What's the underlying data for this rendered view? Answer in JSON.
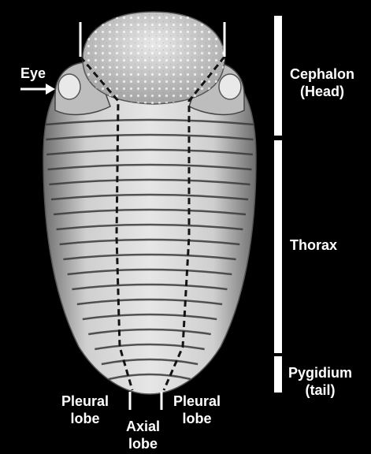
{
  "labels": {
    "eye": "Eye",
    "cephalon": [
      "Cephalon",
      "(Head)"
    ],
    "thorax": "Thorax",
    "pygidium": [
      "Pygidium",
      "(tail)"
    ],
    "pleural_left": [
      "Pleural",
      "lobe"
    ],
    "pleural_right": [
      "Pleural",
      "lobe"
    ],
    "axial": [
      "Axial",
      "lobe"
    ]
  },
  "colors": {
    "background": "#000000",
    "label": "#ffffff",
    "fossil_light": "#dcdcdc",
    "fossil_dark": "#8a8a8a",
    "lobe_line": "#1a1a1a"
  }
}
